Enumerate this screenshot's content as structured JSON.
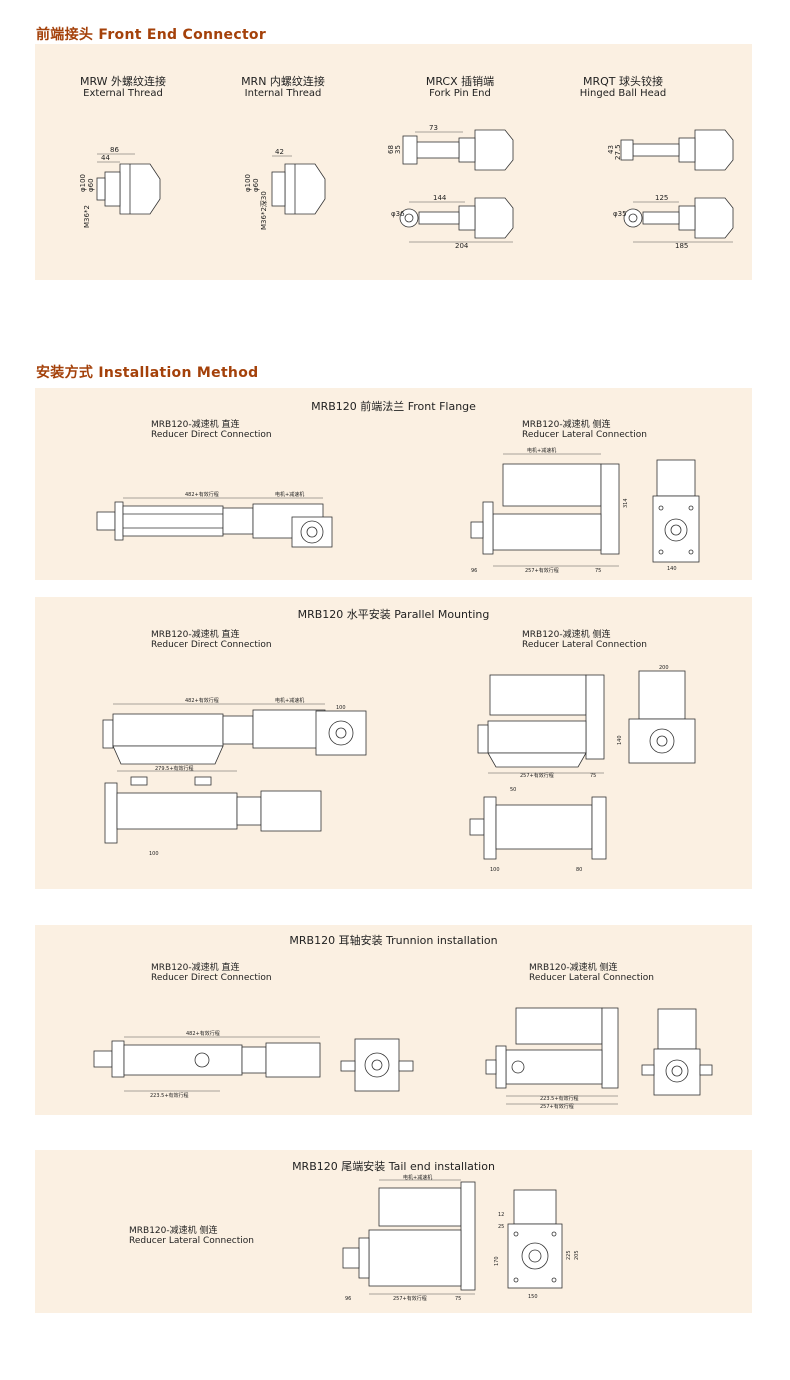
{
  "sections": {
    "front_end": {
      "title": "前端接头 Front End Connector"
    },
    "installation": {
      "title": "安装方式 Installation Method"
    }
  },
  "connectors": [
    {
      "cn": "MRW 外螺纹连接",
      "en": "External Thread",
      "dims": [
        "86",
        "44",
        "φ100",
        "φ60",
        "M36*2"
      ]
    },
    {
      "cn": "MRN 内螺纹连接",
      "en": "Internal Thread",
      "dims": [
        "42",
        "φ100",
        "φ60",
        "M36*2深30"
      ]
    },
    {
      "cn": "MRCX 插销端",
      "en": "Fork Pin End",
      "dims": [
        "73",
        "68",
        "35",
        "144",
        "φ36",
        "204"
      ]
    },
    {
      "cn": "MRQT 球头铰接",
      "en": "Hinged Ball Head",
      "dims": [
        "43",
        "27.5",
        "125",
        "φ35",
        "185"
      ]
    }
  ],
  "panels": [
    {
      "title": "MRB120 前端法兰  Front Flange",
      "direct": {
        "cn": "MRB120-减速机  直连",
        "en": "Reducer Direct Connection"
      },
      "lateral": {
        "cn": "MRB120-减速机  侧连",
        "en": "Reducer   Lateral Connection"
      }
    },
    {
      "title": "MRB120  水平安装  Parallel Mounting",
      "direct": {
        "cn": "MRB120-减速机  直连",
        "en": "Reducer Direct Connection"
      },
      "lateral": {
        "cn": "MRB120-减速机  侧连",
        "en": "Reducer   Lateral Connection"
      }
    },
    {
      "title": "MRB120 耳轴安装  Trunnion installation",
      "direct": {
        "cn": "MRB120-减速机  直连",
        "en": "Reducer Direct Connection"
      },
      "lateral": {
        "cn": "MRB120-减速机  侧连",
        "en": "Reducer    Lateral Connection"
      }
    },
    {
      "title": "MRB120  尾端安装  Tail end installation",
      "lateral": {
        "cn": "MRB120-减速机  侧连",
        "en": "Reducer    Lateral Connection"
      }
    }
  ],
  "drawing_labels": {
    "stroke": "257+有效行程",
    "stroke2": "223.5+有效行程",
    "stroke3": "279.5+有效行程",
    "stroke4": "482+有效行程",
    "motor": "电机+减速机",
    "d75": "75",
    "d96": "96",
    "d314": "314",
    "d200": "200",
    "d140": "140",
    "d100": "100",
    "d80": "80",
    "d50": "50",
    "d25": "25",
    "d12": "12",
    "d225": "225",
    "d205": "205",
    "d170": "170",
    "d150": "150"
  },
  "colors": {
    "accent": "#a4410a",
    "panel_bg": "#fbf0e2"
  }
}
